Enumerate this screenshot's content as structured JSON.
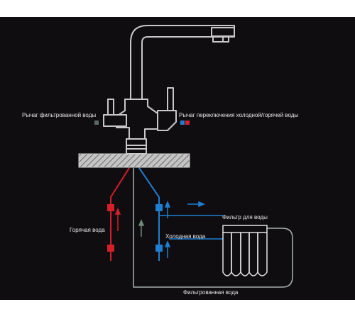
{
  "labels": {
    "filtered_lever": "Рычаг фильтрованной воды",
    "hot_cold_lever": "Рычаг переключения холодной/горячей воды",
    "hot_water": "Горячая вода",
    "cold_water": "Холодная вода",
    "water_filter": "Фильтр для воды",
    "filtered_water": "Фильтрованная вода"
  },
  "colors": {
    "background": "#0f0d0f",
    "faucet_stroke": "#c8c8c8",
    "hot": "#d3202a",
    "cold": "#1f7ed1",
    "filtered": "#a8b0b0",
    "filtered_swatch": "#5a6a62",
    "text": "#e9e9e9"
  },
  "icons": [
    "faucet-icon",
    "water-filter-icon",
    "hot-valve-icon",
    "cold-valve-icon",
    "flow-arrow-icon"
  ]
}
